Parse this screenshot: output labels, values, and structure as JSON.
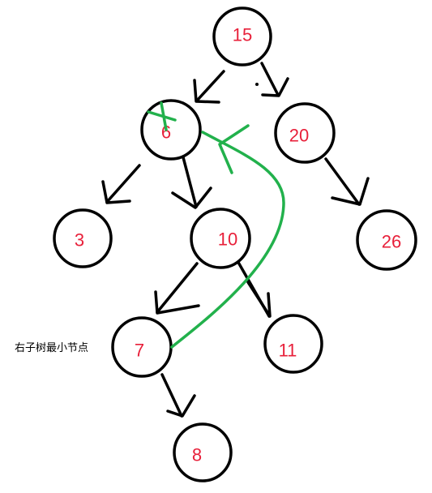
{
  "tree": {
    "nodes": [
      {
        "id": "n15",
        "label": "15"
      },
      {
        "id": "n6",
        "label": "6"
      },
      {
        "id": "n20",
        "label": "20"
      },
      {
        "id": "n3",
        "label": "3"
      },
      {
        "id": "n10",
        "label": "10"
      },
      {
        "id": "n26",
        "label": "26"
      },
      {
        "id": "n7",
        "label": "7"
      },
      {
        "id": "n11",
        "label": "11"
      },
      {
        "id": "n8",
        "label": "8"
      }
    ],
    "edges": [
      {
        "from": "n15",
        "to": "n6"
      },
      {
        "from": "n15",
        "to": "n20"
      },
      {
        "from": "n6",
        "to": "n3"
      },
      {
        "from": "n6",
        "to": "n10"
      },
      {
        "from": "n20",
        "to": "n26"
      },
      {
        "from": "n10",
        "to": "n7"
      },
      {
        "from": "n10",
        "to": "n11"
      },
      {
        "from": "n7",
        "to": "n8"
      }
    ]
  },
  "annotation": {
    "text": "右子树最小节点",
    "target": "n7"
  },
  "colors": {
    "node_stroke": "#000000",
    "node_label": "#e8203a",
    "replacement_path": "#22b14c",
    "edge": "#000000"
  }
}
